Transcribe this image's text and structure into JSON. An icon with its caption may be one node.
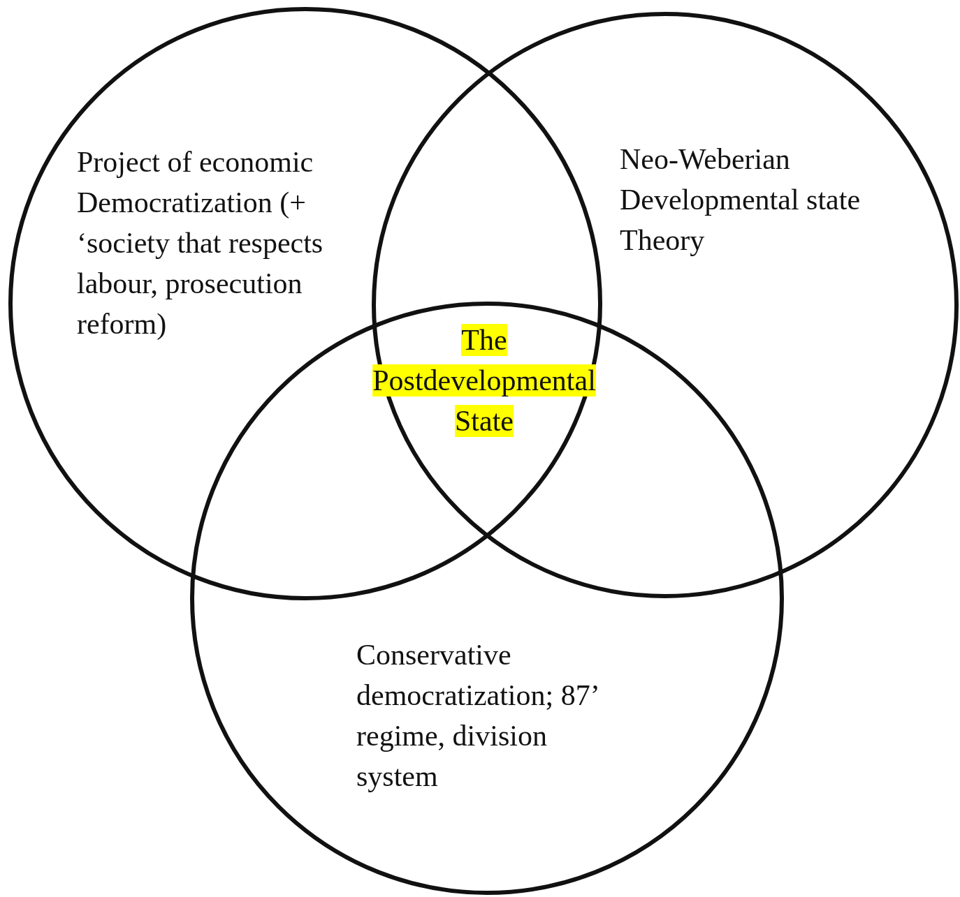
{
  "diagram": {
    "nodes": [
      {
        "text": [
          "Project of economic Democratization (+ ‘society that respects labour, prosecution reform)"
        ]
      },
      {
        "text": [
          "Neo-Weberian Developmental state Theory"
        ]
      },
      {
        "text": [
          "Conservative democratization; 87’ regime, division system"
        ]
      }
    ],
    "labels": [
      "The Postdevelopmental State"
    ]
  }
}
